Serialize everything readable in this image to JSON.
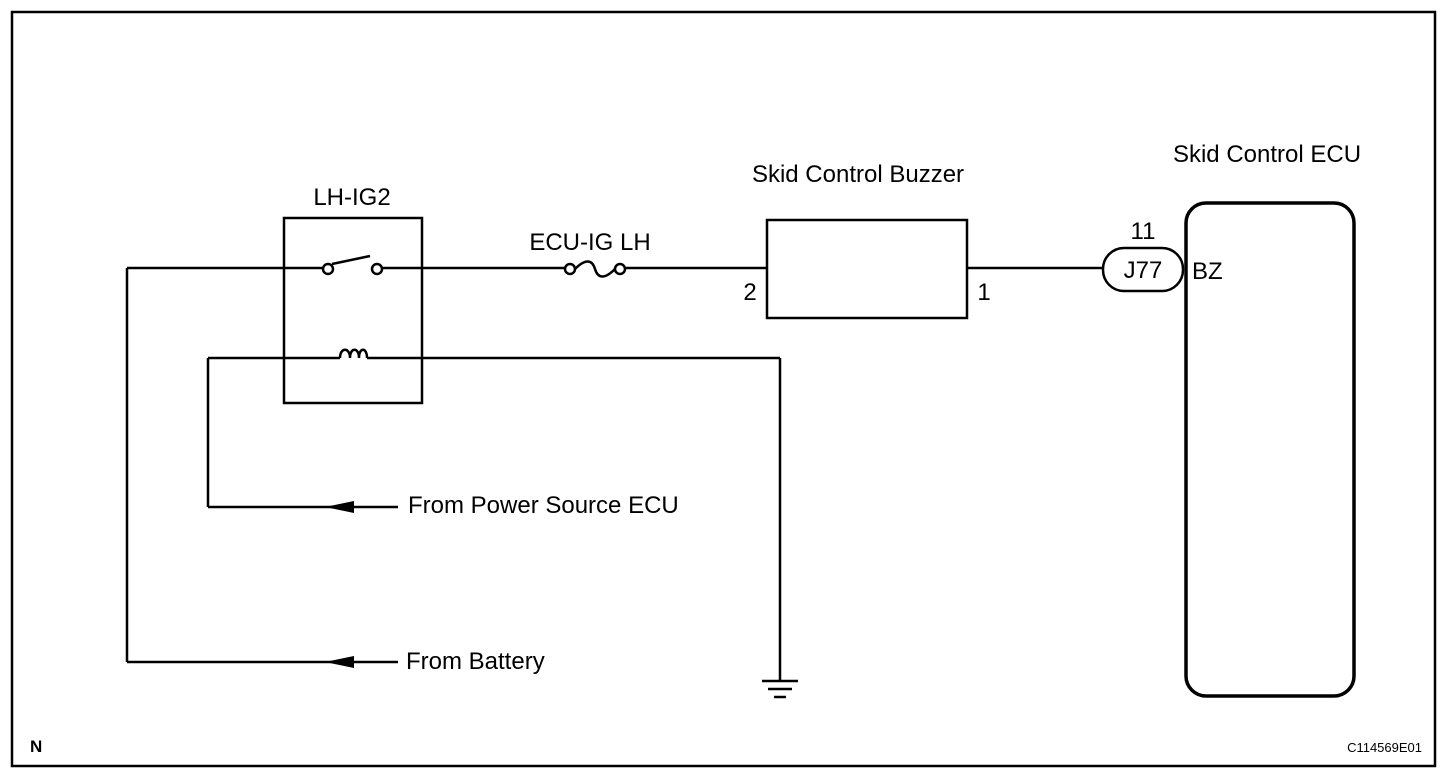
{
  "relay": {
    "label": "LH-IG2"
  },
  "fuse": {
    "label": "ECU-IG LH"
  },
  "buzzer": {
    "label": "Skid Control Buzzer",
    "pin_in": "2",
    "pin_out": "1"
  },
  "ecu": {
    "label": "Skid Control ECU",
    "connector": "J77",
    "pin_number": "11",
    "terminal": "BZ"
  },
  "inputs": {
    "power_source": "From Power Source ECU",
    "battery": "From Battery"
  },
  "footer": {
    "view_code": "N",
    "figure_id": "C114569E01"
  }
}
